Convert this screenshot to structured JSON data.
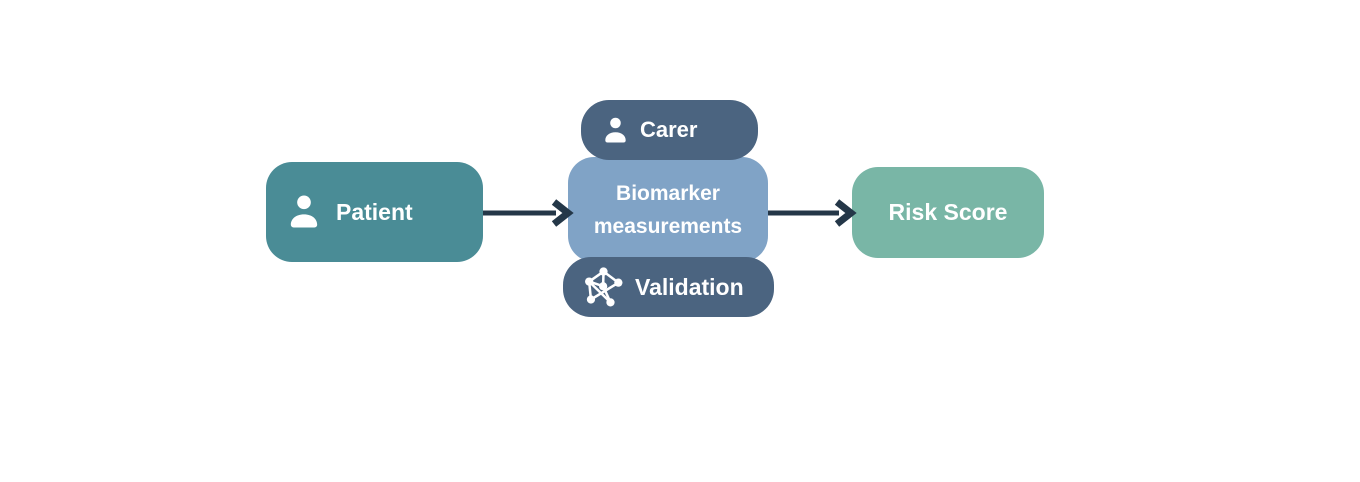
{
  "diagram": {
    "background": "#ffffff",
    "text_color": "#ffffff",
    "nodes": {
      "patient": {
        "label": "Patient",
        "icon": "person-icon",
        "bg": "#4a8c96"
      },
      "carer": {
        "label": "Carer",
        "icon": "person-icon",
        "bg": "#4b6480"
      },
      "biomarker": {
        "label": "Biomarker measurements",
        "bg": "#80a3c6"
      },
      "validation": {
        "label": "Validation",
        "icon": "network-icon",
        "bg": "#4b6480"
      },
      "risk_score": {
        "label": "Risk Score",
        "bg": "#79b6a6"
      }
    },
    "edges": [
      {
        "from": "Patient",
        "to": "Biomarker measurements"
      },
      {
        "from": "Biomarker measurements",
        "to": "Risk Score"
      }
    ],
    "edge_style": {
      "color": "#243748"
    }
  }
}
